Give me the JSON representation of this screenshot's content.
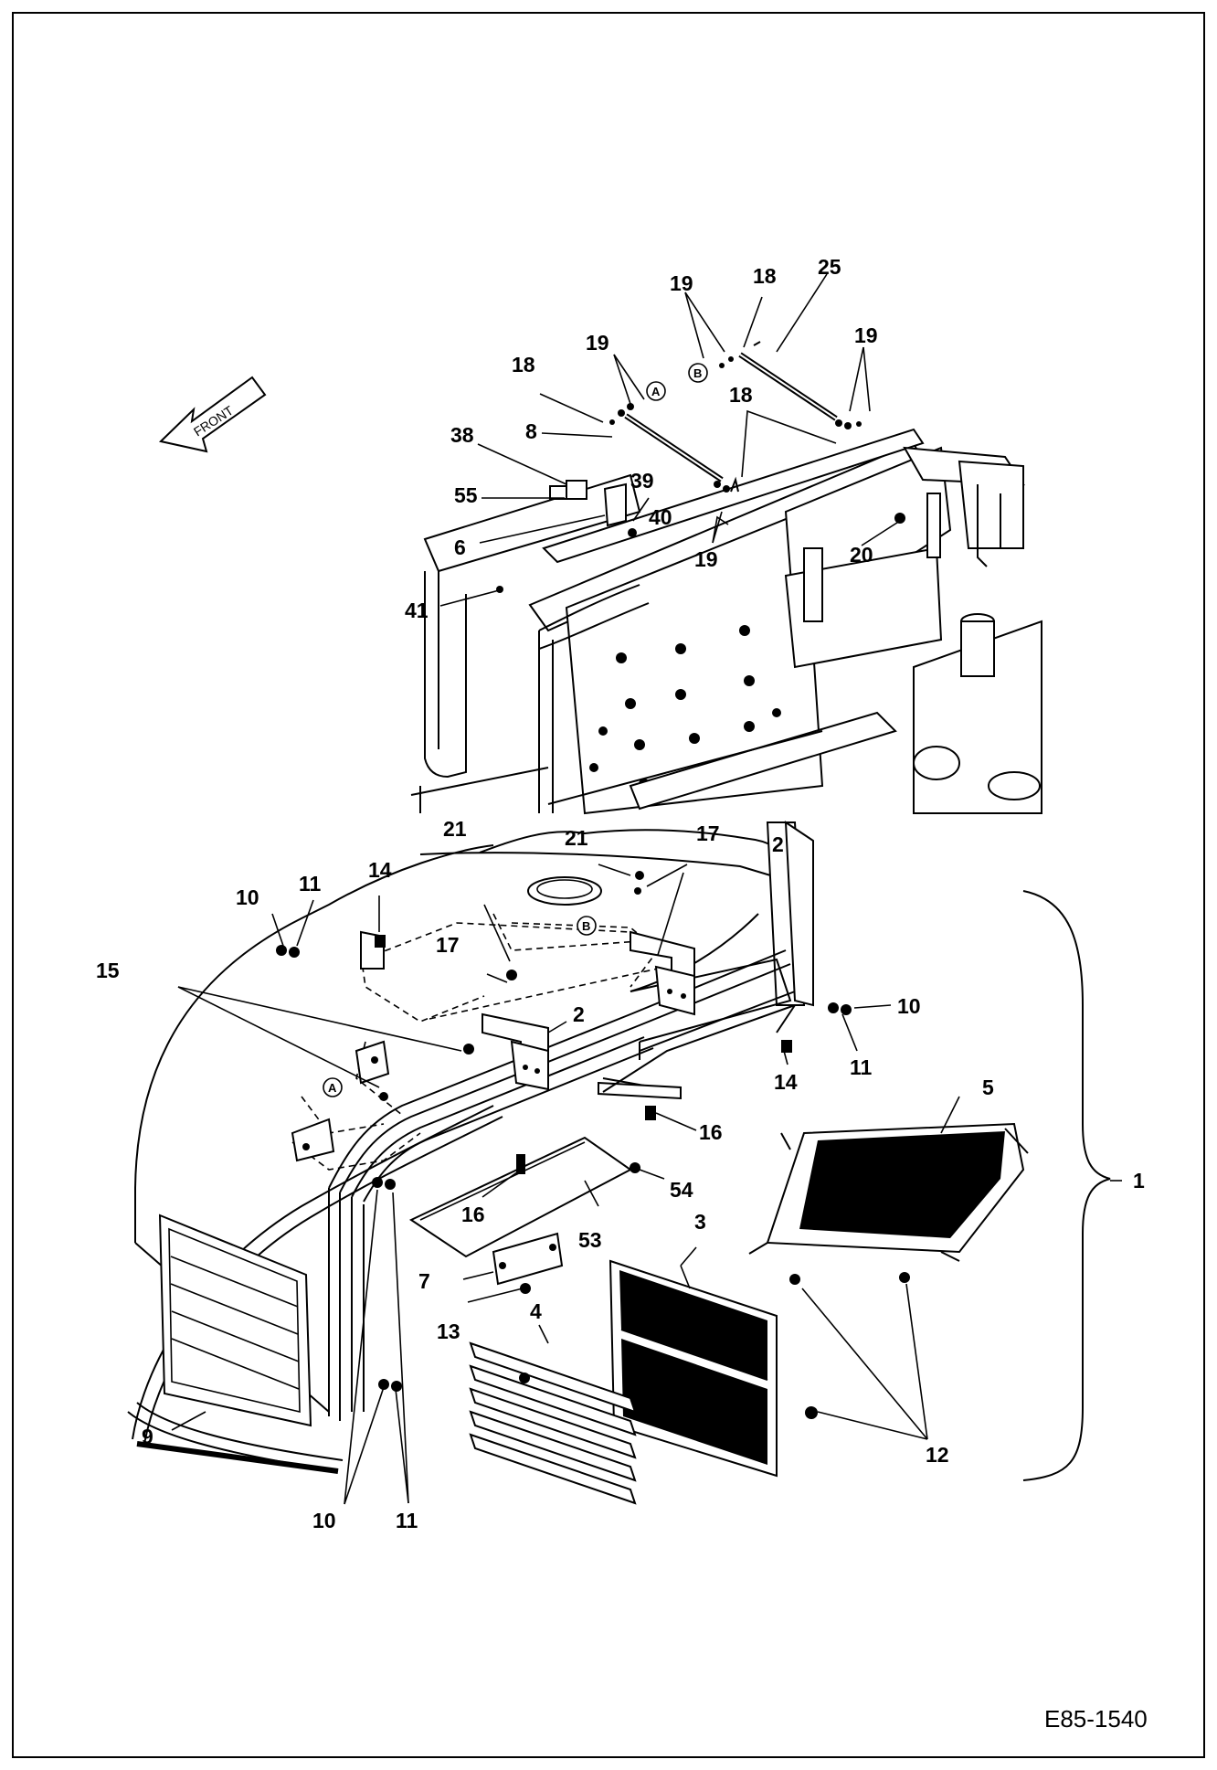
{
  "diagram_code": "E85-1540",
  "direction_arrow": {
    "label": "FRONT"
  },
  "reference_markers": [
    "A",
    "B"
  ],
  "callouts": [
    "1",
    "2",
    "3",
    "4",
    "5",
    "6",
    "7",
    "8",
    "9",
    "10",
    "11",
    "12",
    "13",
    "14",
    "15",
    "16",
    "17",
    "18",
    "19",
    "20",
    "21",
    "25",
    "38",
    "39",
    "40",
    "41",
    "53",
    "54",
    "55"
  ],
  "colors": {
    "ink": "#000000",
    "background": "#ffffff"
  }
}
